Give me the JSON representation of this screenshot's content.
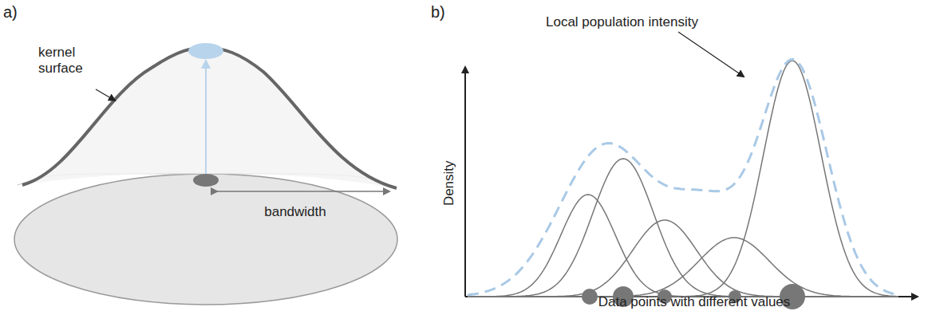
{
  "diagram": {
    "labels": [
      "a)",
      "kernel surface",
      "bandwidth",
      "b)",
      "Local population intensity",
      "Density",
      "Data points with different values"
    ]
  }
}
